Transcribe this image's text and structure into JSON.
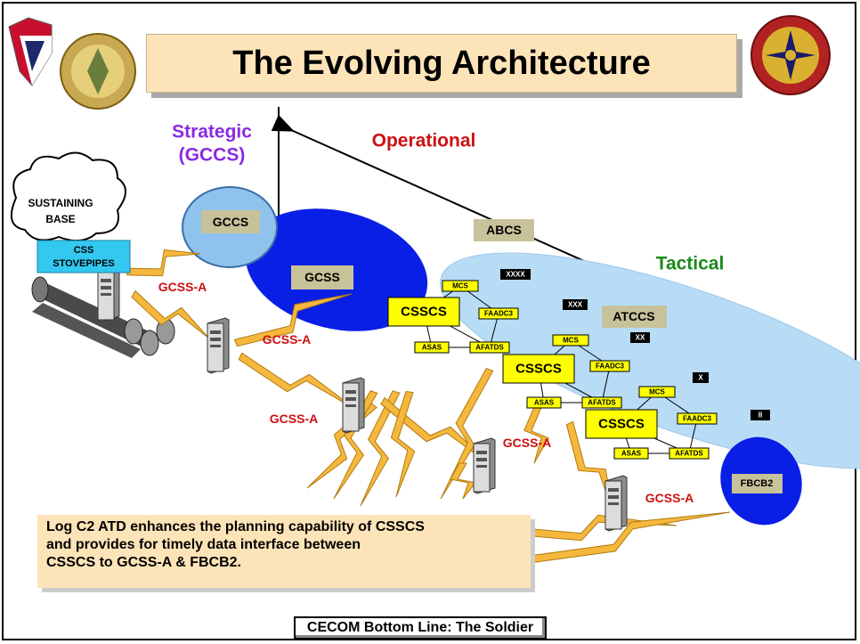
{
  "title": "The Evolving Architecture",
  "levels": {
    "strategic": "Strategic",
    "strategic_sub": "(GCCS)",
    "operational": "Operational",
    "tactical": "Tactical"
  },
  "cloud": {
    "line1": "SUSTAINING",
    "line2": "BASE"
  },
  "stovepipes": {
    "line1": "CSS",
    "line2": "STOVEPIPES"
  },
  "systems": {
    "gccs": "GCCS",
    "gcss": "GCSS",
    "abcs": "ABCS",
    "atccs": "ATCCS",
    "fbcb2": "FBCB2"
  },
  "echelons": [
    "XXXX",
    "XXX",
    "XX",
    "X",
    "II"
  ],
  "csscs_nodes": [
    {
      "csscs": "CSSCS",
      "mcs": "MCS",
      "faadc3": "FAADC3",
      "asas": "ASAS",
      "afatds": "AFATDS"
    },
    {
      "csscs": "CSSCS",
      "mcs": "MCS",
      "faadc3": "FAADC3",
      "asas": "ASAS",
      "afatds": "AFATDS"
    },
    {
      "csscs": "CSSCS",
      "mcs": "MCS",
      "faadc3": "FAADC3",
      "asas": "ASAS",
      "afatds": "AFATDS"
    }
  ],
  "gcss_a_labels": [
    "GCSS-A",
    "GCSS-A",
    "GCSS-A",
    "GCSS-A",
    "GCSS-A"
  ],
  "callout": {
    "line1": "Log C2 ATD enhances the planning capability of CSSCS",
    "line2": "and provides for timely data interface between",
    "line3": "CSSCS to GCSS-A & FBCB2."
  },
  "footer": "CECOM Bottom Line: The Soldier",
  "colors": {
    "title_bg": "#fde4b8",
    "strategic": "#8a2be2",
    "operational": "#cc1111",
    "tactical": "#1a8a1a",
    "gcss_ellipse": "#0a1fe6",
    "tactical_ellipse": "#b8dcf6",
    "gccs_ellipse": "#8fc3ee",
    "node_box": "#ffff00",
    "tan_box": "#c8c29a",
    "bolt": "#f5b83d"
  }
}
